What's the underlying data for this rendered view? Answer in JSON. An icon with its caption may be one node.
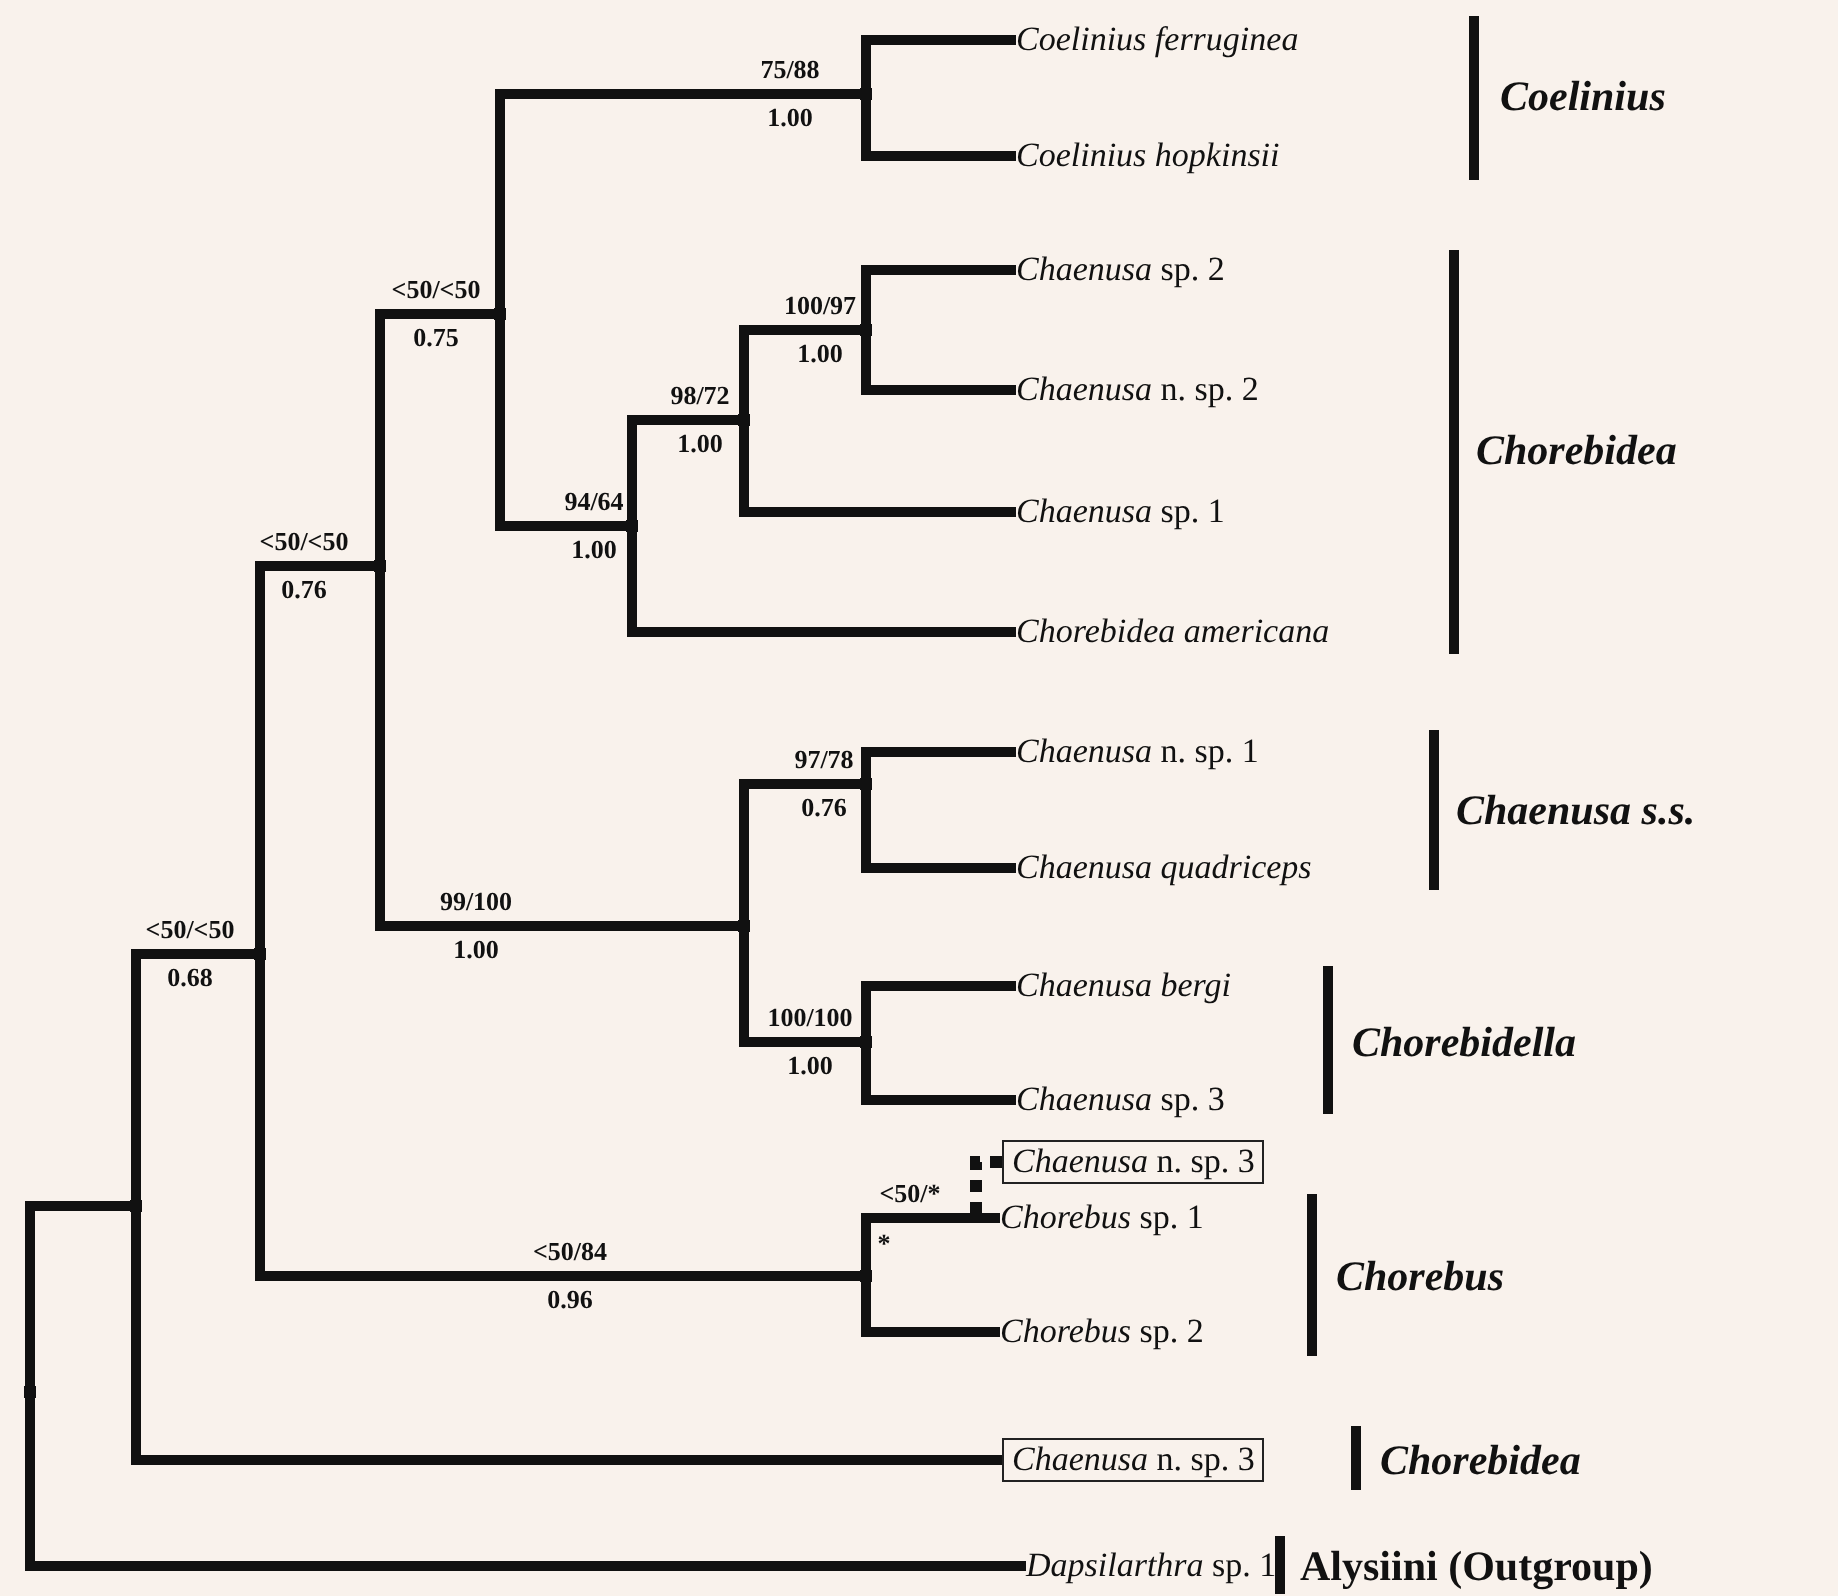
{
  "diagram": {
    "nodes": [
      {
        "text": [
          "Coelinius ferruginea"
        ]
      },
      {
        "text": [
          "Coelinius hopkinsii"
        ]
      },
      {
        "text": [
          "*Chaenusa* sp. 2"
        ]
      },
      {
        "text": [
          "*Chaenusa* n. sp. 2"
        ]
      },
      {
        "text": [
          "*Chaenusa* sp. 1"
        ]
      },
      {
        "text": [
          "Chorebidea americana"
        ]
      },
      {
        "text": [
          "*Chaenusa* n. sp. 1"
        ]
      },
      {
        "text": [
          "Chaenusa quadriceps"
        ]
      },
      {
        "text": [
          "Chaenusa bergi"
        ]
      },
      {
        "text": [
          "*Chaenusa* sp. 3"
        ]
      },
      {
        "text": [
          "*Chaenusa* n. sp. 3"
        ]
      },
      {
        "text": [
          "*Chorebus* sp. 1"
        ],
        "beside": [
          "<50/*",
          "*"
        ]
      },
      {
        "text": [
          "*Chorebus* sp. 2"
        ]
      },
      {
        "text": [
          "*Chaenusa* n. sp. 3"
        ]
      },
      {
        "text": [
          "*Dapsilarthra* sp. 1"
        ]
      },
      {
        "text": [],
        "shape": "point",
        "beside": [
          "75/88",
          "1.00"
        ]
      },
      {
        "text": [],
        "shape": "point",
        "beside": [
          "100/97",
          "1.00"
        ]
      },
      {
        "text": [],
        "shape": "point",
        "beside": [
          "98/72",
          "1.00"
        ]
      },
      {
        "text": [],
        "shape": "point",
        "beside": [
          "94/64",
          "1.00"
        ]
      },
      {
        "text": [],
        "shape": "point",
        "beside": [
          "<50/<50",
          "0.75"
        ]
      },
      {
        "text": [],
        "shape": "point",
        "beside": [
          "<50/<50",
          "0.76"
        ]
      },
      {
        "text": [],
        "shape": "point",
        "beside": [
          "97/78",
          "0.76"
        ]
      },
      {
        "text": [],
        "shape": "point",
        "beside": [
          "100/100",
          "1.00"
        ]
      },
      {
        "text": [],
        "shape": "point",
        "beside": [
          "99/100",
          "1.00"
        ]
      },
      {
        "text": [],
        "shape": "point",
        "beside": [
          "<50/84",
          "0.96"
        ]
      },
      {
        "text": [],
        "shape": "point",
        "beside": [
          "<50/<50",
          "0.68"
        ]
      },
      {
        "text": [],
        "shape": "point"
      },
      {
        "text": [],
        "shape": "point"
      }
    ],
    "edges": [
      {
        "from": 15,
        "to": 0,
        "arrow": "none"
      },
      {
        "from": 15,
        "to": 1,
        "arrow": "none"
      },
      {
        "from": 16,
        "to": 2,
        "arrow": "none"
      },
      {
        "from": 16,
        "to": 3,
        "arrow": "none"
      },
      {
        "from": 17,
        "to": 16,
        "arrow": "none"
      },
      {
        "from": 17,
        "to": 4,
        "arrow": "none"
      },
      {
        "from": 18,
        "to": 17,
        "arrow": "none"
      },
      {
        "from": 18,
        "to": 5,
        "arrow": "none"
      },
      {
        "from": 19,
        "to": 15,
        "arrow": "none"
      },
      {
        "from": 19,
        "to": 18,
        "arrow": "none"
      },
      {
        "from": 20,
        "to": 19,
        "arrow": "none"
      },
      {
        "from": 20,
        "to": 23,
        "arrow": "none"
      },
      {
        "from": 21,
        "to": 6,
        "arrow": "none"
      },
      {
        "from": 21,
        "to": 7,
        "arrow": "none"
      },
      {
        "from": 22,
        "to": 8,
        "arrow": "none"
      },
      {
        "from": 22,
        "to": 9,
        "arrow": "none"
      },
      {
        "from": 23,
        "to": 21,
        "arrow": "none"
      },
      {
        "from": 23,
        "to": 22,
        "arrow": "none"
      },
      {
        "from": 24,
        "to": 11,
        "arrow": "none"
      },
      {
        "from": 24,
        "to": 12,
        "arrow": "none"
      },
      {
        "from": 11,
        "to": 10,
        "arrow": "none",
        "style": "dashed"
      },
      {
        "from": 25,
        "to": 20,
        "arrow": "none"
      },
      {
        "from": 25,
        "to": 24,
        "arrow": "none"
      },
      {
        "from": 26,
        "to": 25,
        "arrow": "none"
      },
      {
        "from": 26,
        "to": 13,
        "arrow": "none"
      },
      {
        "from": 27,
        "to": 26,
        "arrow": "none"
      },
      {
        "from": 27,
        "to": 14,
        "arrow": "none"
      }
    ],
    "labels": [
      "Coelinius",
      "Chorebidea",
      "Chaenusa s.s.",
      "Chorebidella",
      "Chorebus",
      "Chorebidea",
      "Alysiini (Outgroup)"
    ]
  }
}
